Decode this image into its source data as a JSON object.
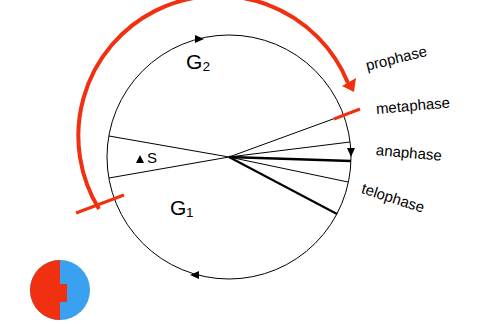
{
  "diagram": {
    "labels": [
      "G₂",
      "S",
      "G₁",
      "prophase",
      "metaphase",
      "anaphase",
      "telophase"
    ]
  }
}
